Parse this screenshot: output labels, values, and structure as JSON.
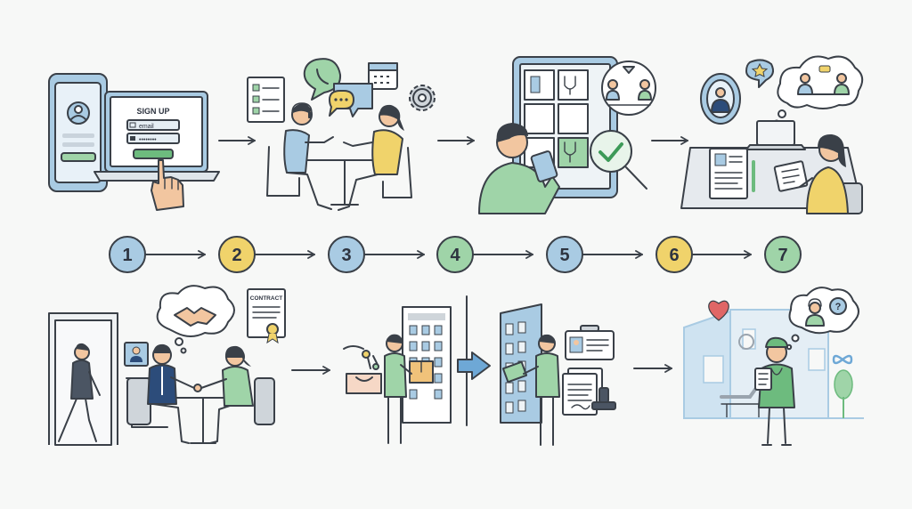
{
  "signup": {
    "heading": "SIGN UP",
    "email_label": "email",
    "password_mask": "••••••••"
  },
  "contract": {
    "heading": "CONTRACT"
  },
  "steps": [
    {
      "number": "1",
      "color": "#a9cbe3"
    },
    {
      "number": "2",
      "color": "#f0d36b"
    },
    {
      "number": "3",
      "color": "#a9cbe3"
    },
    {
      "number": "4",
      "color": "#9fd4a8"
    },
    {
      "number": "5",
      "color": "#a9cbe3"
    },
    {
      "number": "6",
      "color": "#f0d36b"
    },
    {
      "number": "7",
      "color": "#9fd4a8"
    }
  ],
  "icons": {
    "help_bubble": "?",
    "heart": "heart-icon",
    "star": "star-icon"
  },
  "colors": {
    "blue": "#a9cbe3",
    "yellow": "#f0d36b",
    "green": "#9fd4a8",
    "green_dark": "#6dbb7e",
    "skin": "#f2c6a0",
    "outline": "#3a4048"
  }
}
